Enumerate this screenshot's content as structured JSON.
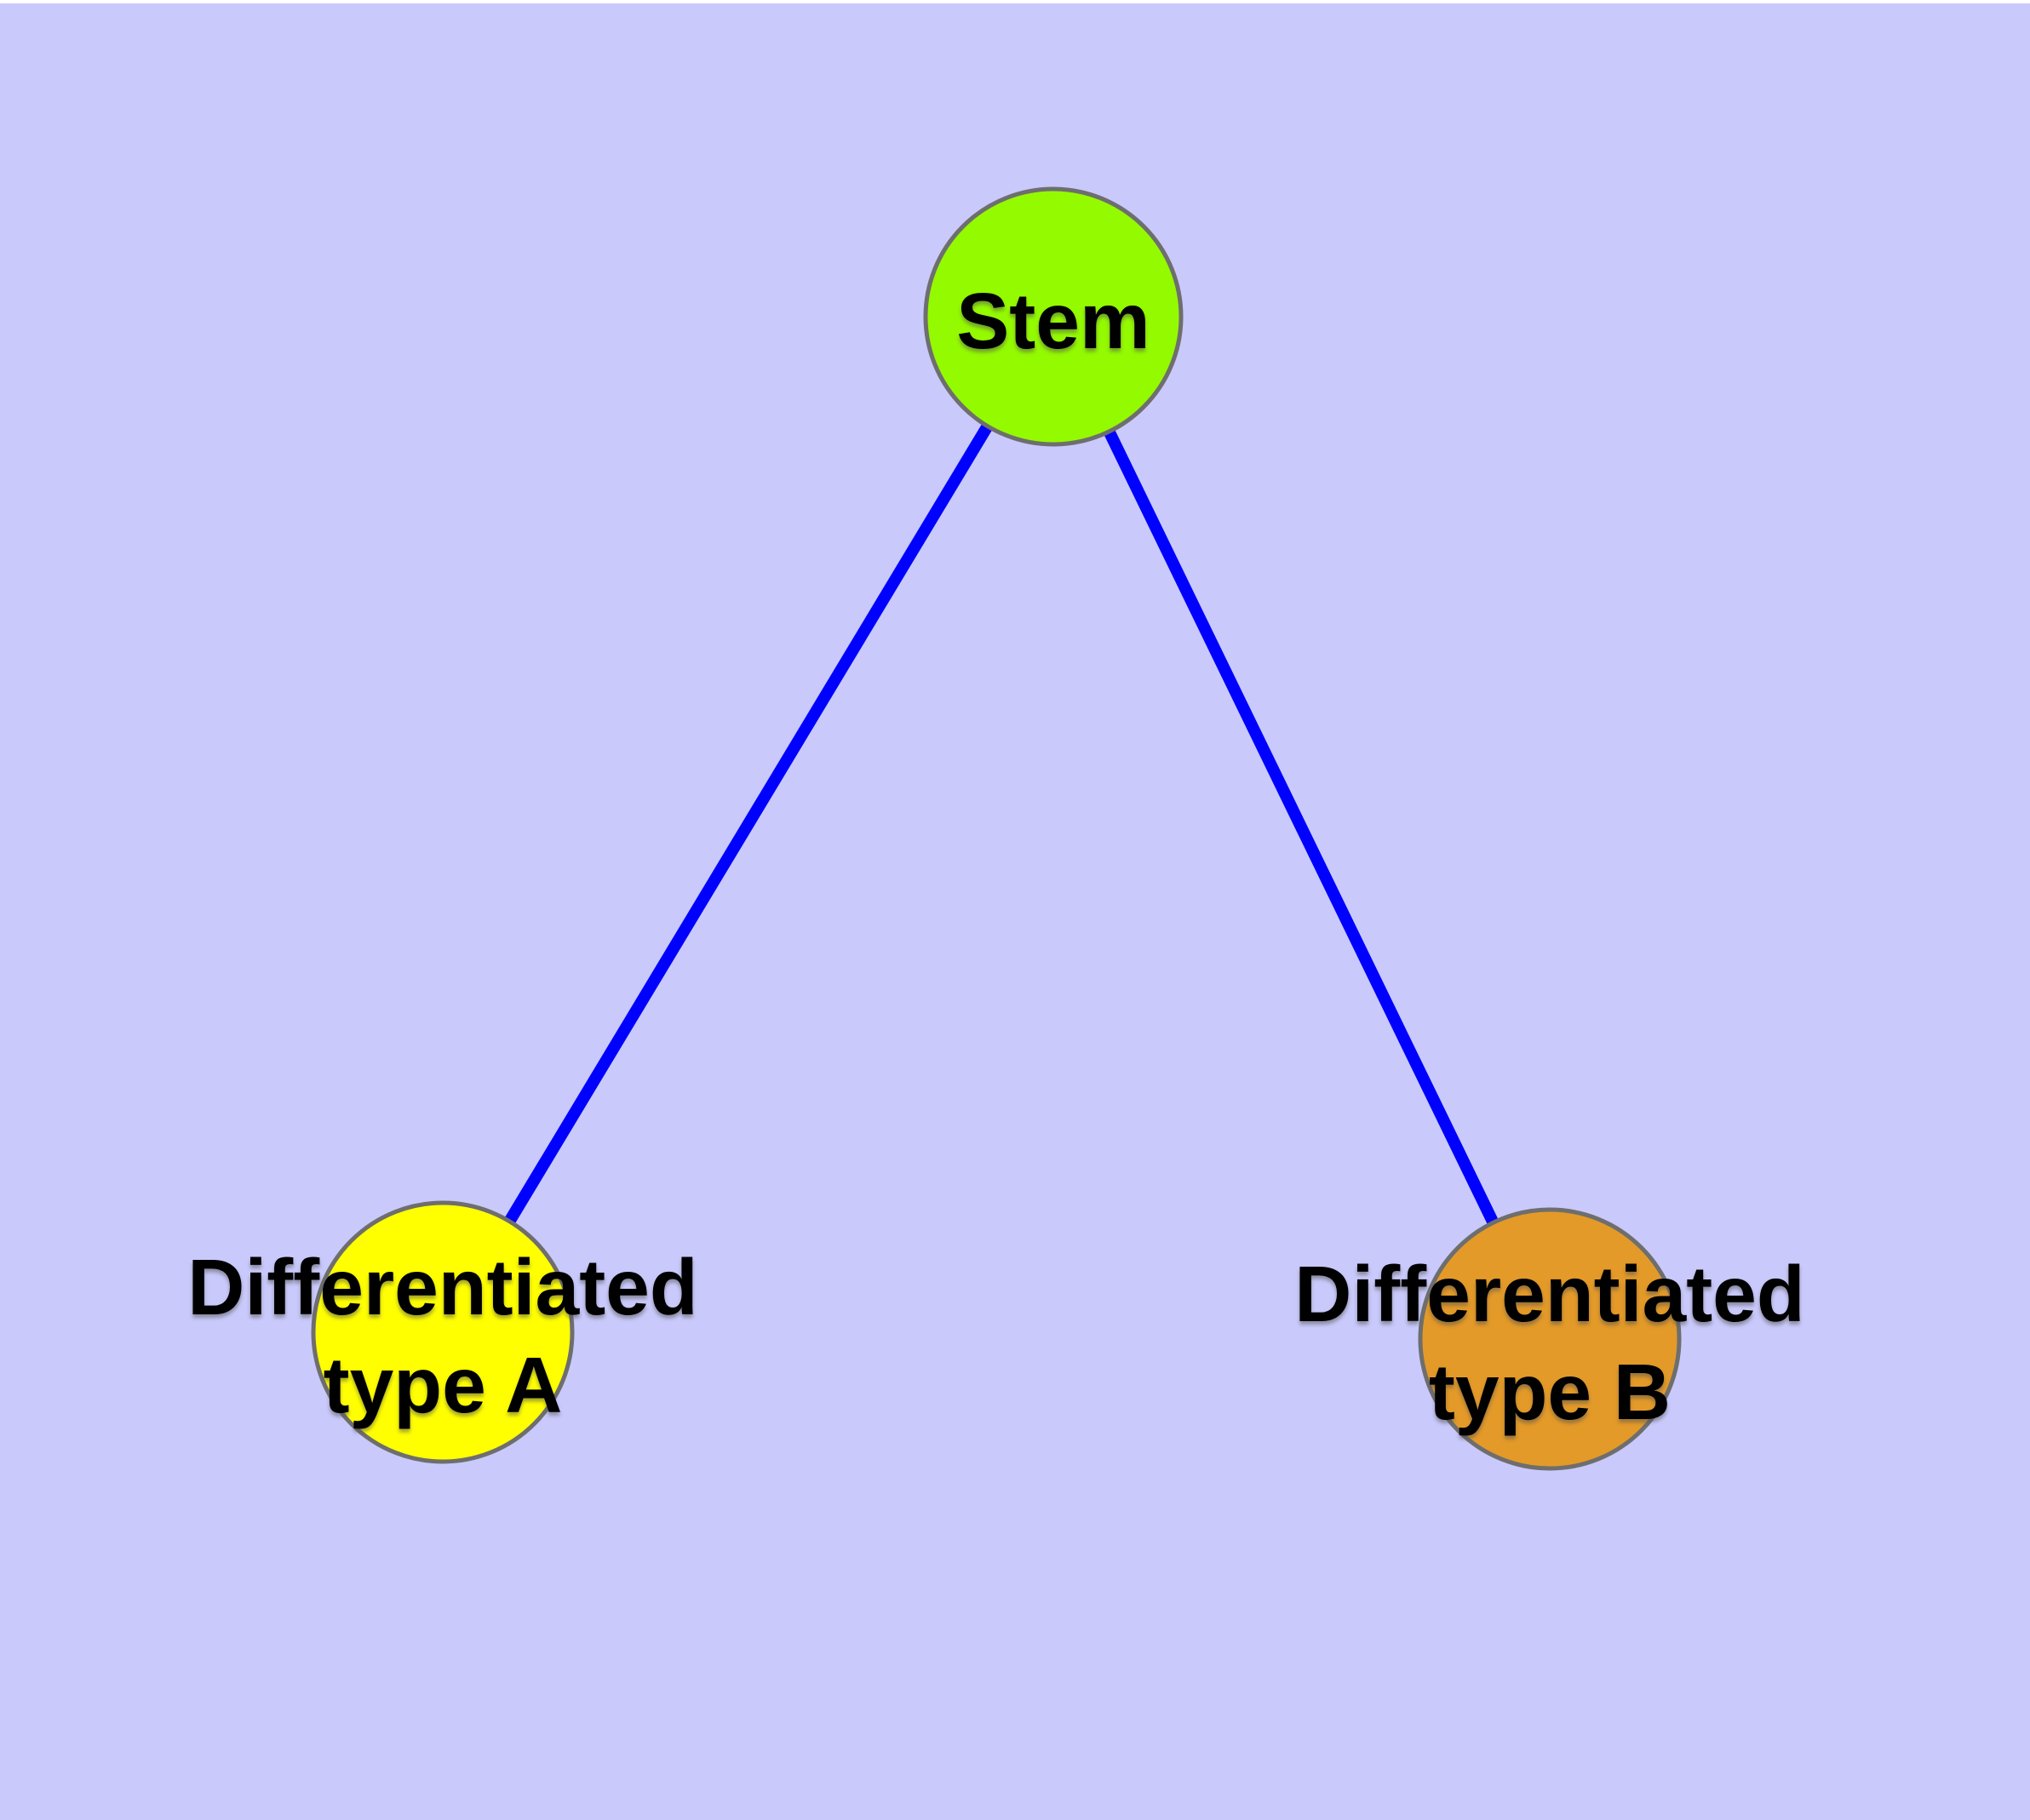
{
  "diagram": {
    "type": "graph",
    "background_color": "#C9C9FB",
    "top_margin_color": "#FFFFFF",
    "edge_color": "#0000FF",
    "node_border_color": "#6E6E6E",
    "label_text_color": "#000000",
    "nodes": [
      {
        "id": "stem",
        "label": "Stem",
        "color": "#94FA00"
      },
      {
        "id": "differentiated-type-a",
        "label": "Differentiated type A",
        "label_line1": "Differentiated",
        "label_line2": "type A",
        "color": "#FFFF00"
      },
      {
        "id": "differentiated-type-b",
        "label": "Differentiated type B",
        "label_line1": "Differentiated",
        "label_line2": "type B",
        "color": "#E49A28"
      }
    ],
    "edges": [
      {
        "from": "stem",
        "to": "differentiated-type-a"
      },
      {
        "from": "stem",
        "to": "differentiated-type-b"
      }
    ]
  }
}
